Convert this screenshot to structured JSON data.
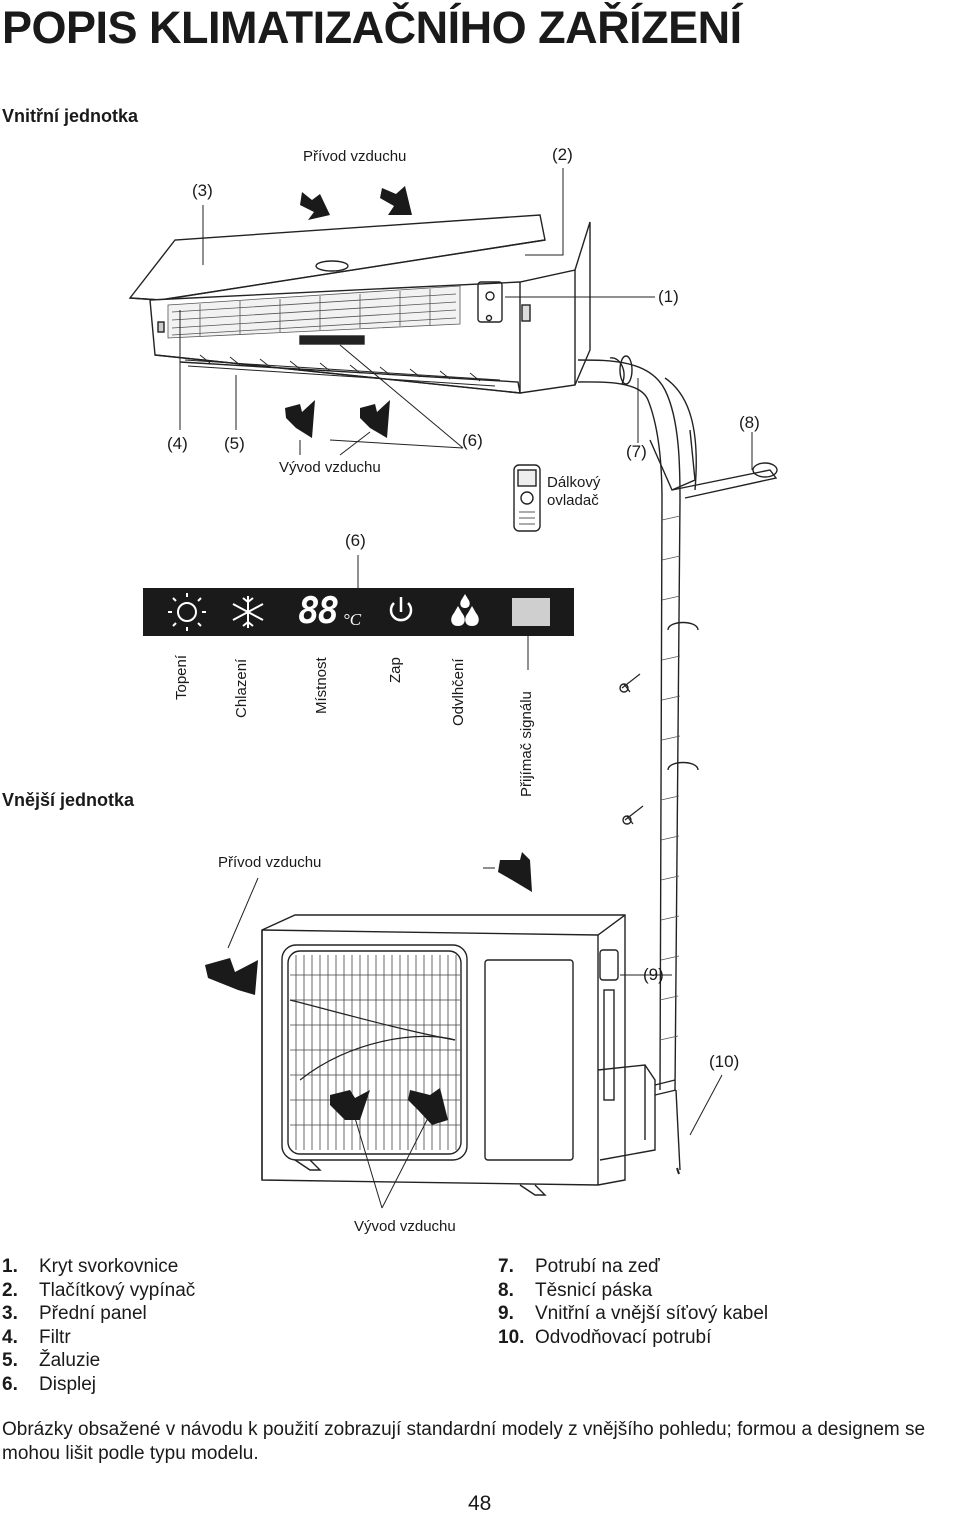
{
  "title": "POPIS KLIMATIZAČNÍHO ZAŘÍZENÍ",
  "sections": {
    "indoor": "Vnitřní jednotka",
    "outdoor": "Vnější jednotka"
  },
  "labels": {
    "air_in_top": "Přívod vzduchu",
    "air_out_indoor": "Vývod vzduchu",
    "remote": "Dálkový ovladač",
    "air_in_outdoor": "Přívod vzduchu",
    "air_out_outdoor": "Vývod vzduchu"
  },
  "callouts": [
    "(1)",
    "(2)",
    "(3)",
    "(4)",
    "(5)",
    "(6)",
    "(6)",
    "(7)",
    "(8)",
    "(9)",
    "(10)"
  ],
  "display": {
    "digits": "88",
    "unit": "°C",
    "indicators": [
      "Topení",
      "Chlazení",
      "Místnost",
      "Zap",
      "Odvlhčení",
      "Přijímač signálu"
    ]
  },
  "parts_left": [
    {
      "n": "1.",
      "t": "Kryt svorkovnice"
    },
    {
      "n": "2.",
      "t": "Tlačítkový vypínač"
    },
    {
      "n": "3.",
      "t": "Přední panel"
    },
    {
      "n": "4.",
      "t": "Filtr"
    },
    {
      "n": "5.",
      "t": "Žaluzie"
    },
    {
      "n": "6.",
      "t": "Displej"
    }
  ],
  "parts_right": [
    {
      "n": "7.",
      "t": "Potrubí na zeď"
    },
    {
      "n": "8.",
      "t": "Těsnicí páska"
    },
    {
      "n": "9.",
      "t": "Vnitřní a vnější síťový kabel"
    },
    {
      "n": "10.",
      "t": "Odvodňovací potrubí"
    }
  ],
  "note": "Obrázky obsažené v návodu k použití zobrazují standardní modely z vnějšího pohledu; formou a designem se mohou lišit podle typu modelu.",
  "page_number": "48"
}
